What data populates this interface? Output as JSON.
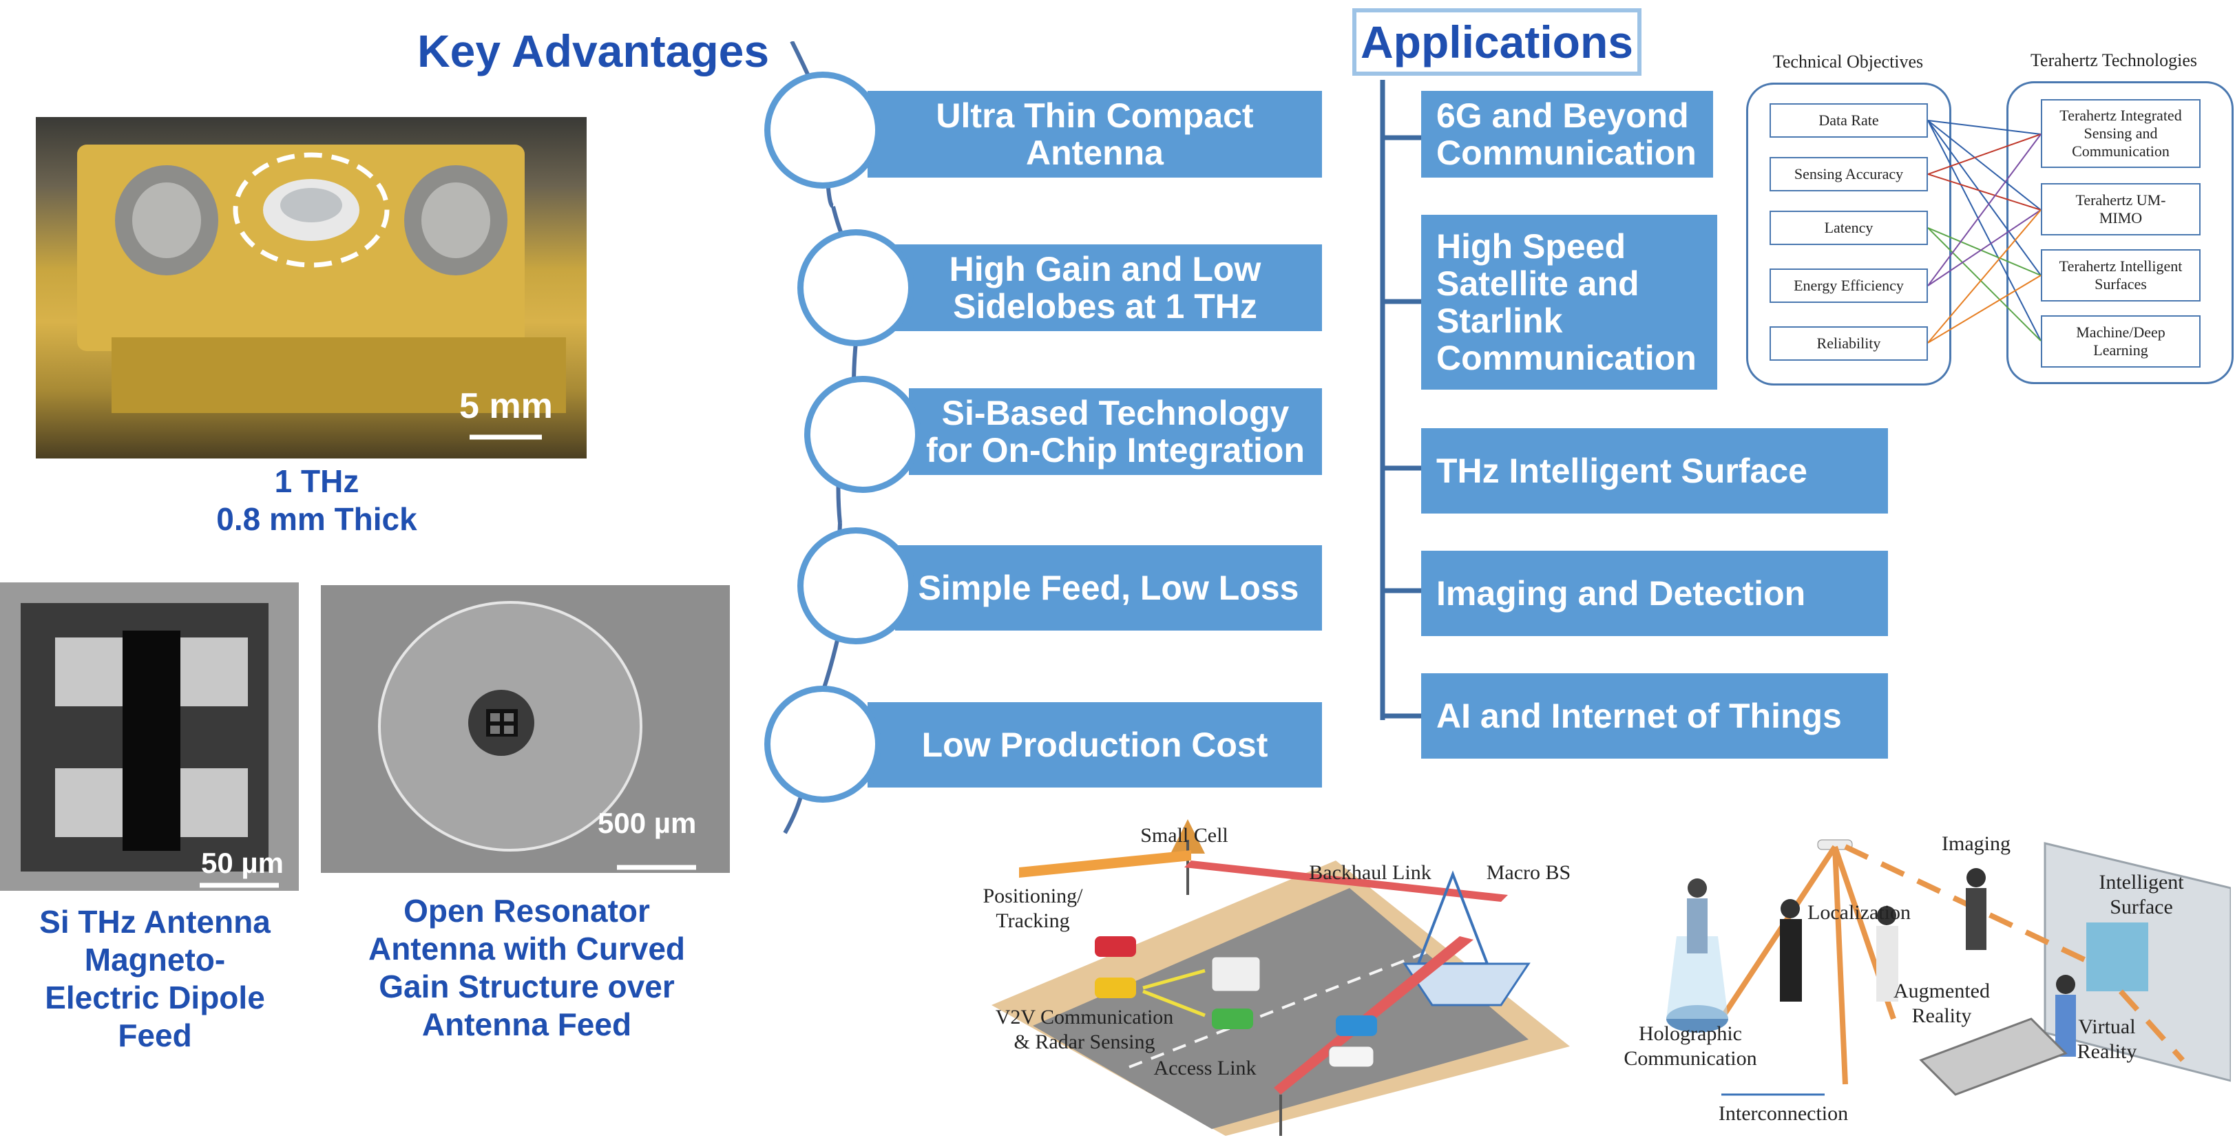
{
  "key_advantages": {
    "title": "Key Advantages",
    "items": [
      {
        "line1": "Ultra Thin Compact",
        "line2": "Antenna"
      },
      {
        "line1": "High Gain and Low",
        "line2": "Sidelobes at 1 THz"
      },
      {
        "line1": "Si-Based Technology",
        "line2": "for On-Chip Integration"
      },
      {
        "line1": "Simple Feed, Low Loss",
        "line2": ""
      },
      {
        "line1": "Low Production Cost",
        "line2": ""
      }
    ]
  },
  "applications": {
    "title": "Applications",
    "items": [
      {
        "line1": "6G and Beyond",
        "line2": "Communication",
        "line3": "",
        "line4": ""
      },
      {
        "line1": "High Speed",
        "line2": "Satellite and",
        "line3": "Starlink",
        "line4": "Communication"
      },
      {
        "line1": "THz Intelligent Surface",
        "line2": "",
        "line3": "",
        "line4": ""
      },
      {
        "line1": "Imaging and Detection",
        "line2": "",
        "line3": "",
        "line4": ""
      },
      {
        "line1": "AI and Internet of Things",
        "line2": "",
        "line3": "",
        "line4": ""
      }
    ]
  },
  "antenna_photo": {
    "scale": "5 mm",
    "caption_line1": "1 THz",
    "caption_line2": "0.8 mm Thick"
  },
  "sem_dipole": {
    "scale": "50 µm",
    "caption_line1": "Si THz Antenna",
    "caption_line2": "Magneto-",
    "caption_line3": "Electric Dipole",
    "caption_line4": "Feed"
  },
  "sem_resonator": {
    "scale": "500 µm",
    "caption_line1": "Open Resonator",
    "caption_line2": "Antenna with Curved",
    "caption_line3": "Gain Structure over",
    "caption_line4": "Antenna Feed"
  },
  "objectives_diagram": {
    "left_header": "Technical Objectives",
    "right_header": "Terahertz Technologies",
    "objectives": [
      "Data Rate",
      "Sensing Accuracy",
      "Latency",
      "Energy Efficiency",
      "Reliability"
    ],
    "technologies": [
      {
        "line1": "Terahertz Integrated",
        "line2": "Sensing and",
        "line3": "Communication"
      },
      {
        "line1": "Terahertz UM-",
        "line2": "MIMO",
        "line3": ""
      },
      {
        "line1": "Terahertz Intelligent",
        "line2": "Surfaces",
        "line3": ""
      },
      {
        "line1": "Machine/Deep",
        "line2": "Learning",
        "line3": ""
      }
    ]
  },
  "network_scene": {
    "small_cell": "Small Cell",
    "backhaul": "Backhaul Link",
    "macro_bs": "Macro BS",
    "positioning_line1": "Positioning/",
    "positioning_line2": "Tracking",
    "v2v_line1": "V2V Communication",
    "v2v_line2": "& Radar Sensing",
    "access_link": "Access Link"
  },
  "surface_scene": {
    "imaging": "Imaging",
    "intelligent_line1": "Intelligent",
    "intelligent_line2": "Surface",
    "localization": "Localization",
    "augmented_line1": "Augmented",
    "augmented_line2": "Reality",
    "holographic_line1": "Holographic",
    "holographic_line2": "Communication",
    "virtual_line1": "Virtual",
    "virtual_line2": "Reality",
    "interconnection": "Interconnection"
  }
}
